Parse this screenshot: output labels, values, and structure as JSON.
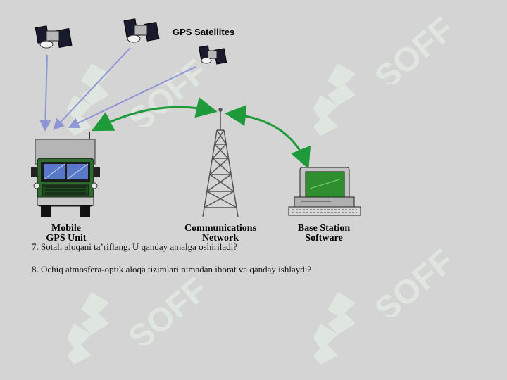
{
  "diagram": {
    "satellites_label": "GPS Satellites",
    "nodes": [
      {
        "id": "mobile",
        "line1": "Mobile",
        "line2": "GPS Unit"
      },
      {
        "id": "network",
        "line1": "Communications",
        "line2": "Network"
      },
      {
        "id": "base",
        "line1": "Base Station",
        "line2": "Software"
      }
    ],
    "watermark_text": "SOFF"
  },
  "questions": [
    "7. Sotali aloqani ta’riflang. U qanday amalga oshiriladi?",
    "8. Ochiq atmosfera-optik aloqa tizimlari nimadan iborat va qanday ishlaydi?"
  ],
  "colors": {
    "background": "#d4d4d4",
    "arrow_green": "#1f9a3a",
    "signal_blue": "#8f96d6",
    "truck_green": "#2e6b2e",
    "screen_green": "#2f8f2f"
  }
}
